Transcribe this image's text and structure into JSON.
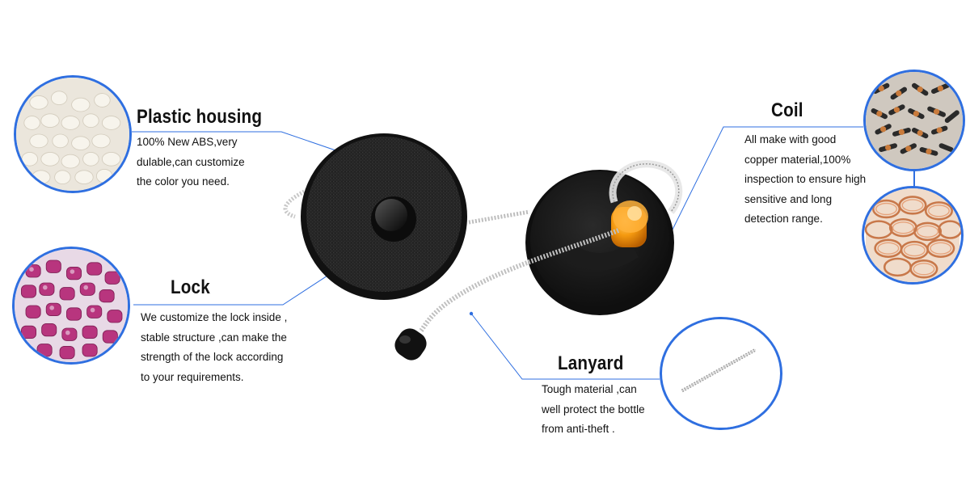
{
  "features": {
    "plastic_housing": {
      "title": "Plastic housing",
      "lines": [
        "100% New ABS,very",
        "dulable,can customize",
        "the color you need."
      ]
    },
    "lock": {
      "title": "Lock",
      "lines": [
        "We customize the lock inside ,",
        "stable structure ,can make the",
        "strength of the lock according",
        "to your requirements."
      ]
    },
    "coil": {
      "title": "Coil",
      "lines": [
        "All make with good",
        "copper material,100%",
        "inspection to ensure high",
        "sensitive and long",
        "detection range."
      ]
    },
    "lanyard": {
      "title": "Lanyard",
      "lines": [
        "Tough material ,can",
        "well protect the bottle",
        "from anti-theft ."
      ]
    }
  },
  "colors": {
    "accent_blue": "#2f6fe0",
    "housing_black": "#1a1a1a",
    "lock_orange": "#f59a10"
  }
}
